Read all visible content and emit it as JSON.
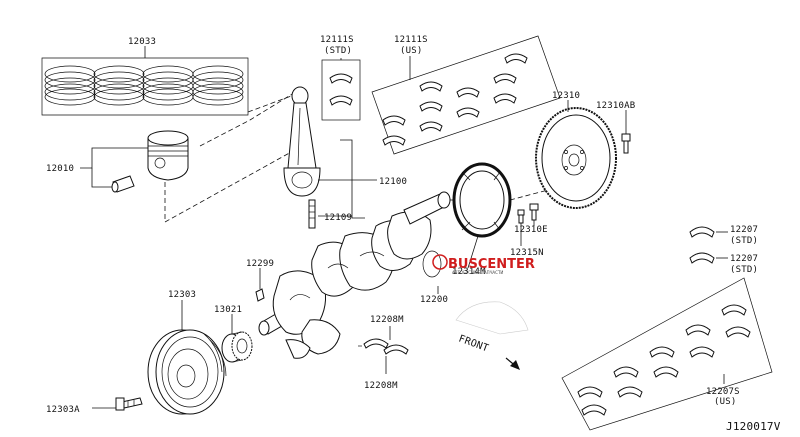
{
  "diagram": {
    "part_labels": {
      "p12033": "12033",
      "p12010": "12010",
      "p12111s_std": "12111S",
      "std1": "(STD)",
      "p12111s_us": "12111S",
      "us1": "(US)",
      "p12310": "12310",
      "p12310ab": "12310AB",
      "p12100": "12100",
      "p12109": "12109",
      "p12299": "12299",
      "p12314m": "12314M",
      "p12200": "12200",
      "p12310e": "12310E",
      "p12315n": "12315N",
      "p12303": "12303",
      "p13021": "13021",
      "p12208m_top": "12208M",
      "p12208m_bot": "12208M",
      "p12303a": "12303A",
      "p12207_1": "12207",
      "std2": "(STD)",
      "p12207_2": "12207",
      "std3": "(STD)",
      "p12207s": "12207S",
      "us2": "(US)"
    },
    "front_label": "FRONT",
    "diagram_code": "J120017V",
    "watermark": {
      "brand": "BUSCENTER",
      "sub": "АВТОБУСНЫЕ ЗАПЧАСТИ"
    }
  },
  "colors": {
    "ink": "#111111",
    "watermark_red": "#d01e1e"
  }
}
